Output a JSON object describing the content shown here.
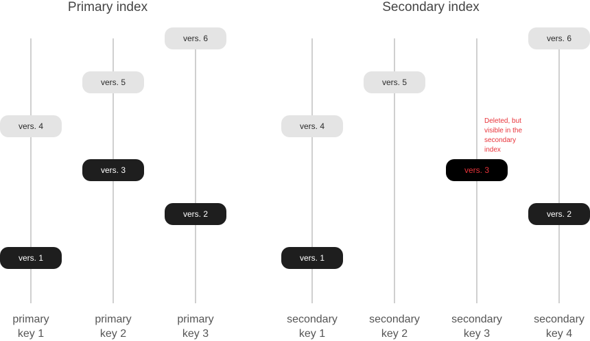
{
  "titles": {
    "primary": "Primary index",
    "secondary": "Secondary index"
  },
  "colors": {
    "live_fill": "#1e1e1e",
    "old_fill": "#e4e4e4",
    "deleted_text": "#e8333a",
    "lane_line": "#cfcfcf"
  },
  "lanes": [
    {
      "label_line1": "primary",
      "label_line2": "key 1",
      "versions": [
        {
          "label": "vers. 4",
          "state": "old"
        },
        {
          "label": "vers. 1",
          "state": "live"
        }
      ]
    },
    {
      "label_line1": "primary",
      "label_line2": "key 2",
      "versions": [
        {
          "label": "vers. 5",
          "state": "old"
        },
        {
          "label": "vers. 3",
          "state": "live"
        }
      ]
    },
    {
      "label_line1": "primary",
      "label_line2": "key 3",
      "versions": [
        {
          "label": "vers. 6",
          "state": "old"
        },
        {
          "label": "vers. 2",
          "state": "live"
        }
      ]
    },
    {
      "label_line1": "secondary",
      "label_line2": "key 1",
      "versions": [
        {
          "label": "vers. 4",
          "state": "old"
        },
        {
          "label": "vers. 1",
          "state": "live"
        }
      ]
    },
    {
      "label_line1": "secondary",
      "label_line2": "key 2",
      "versions": [
        {
          "label": "vers. 5",
          "state": "old"
        }
      ]
    },
    {
      "label_line1": "secondary",
      "label_line2": "key 3",
      "versions": [
        {
          "label": "vers. 3",
          "state": "deleted"
        }
      ]
    },
    {
      "label_line1": "secondary",
      "label_line2": "key 4",
      "versions": [
        {
          "label": "vers. 6",
          "state": "old"
        },
        {
          "label": "vers. 2",
          "state": "live"
        }
      ]
    }
  ],
  "annotation": {
    "line1": "Deleted, but",
    "line2": "visible in the",
    "line3": "secondary",
    "line4": "index"
  }
}
